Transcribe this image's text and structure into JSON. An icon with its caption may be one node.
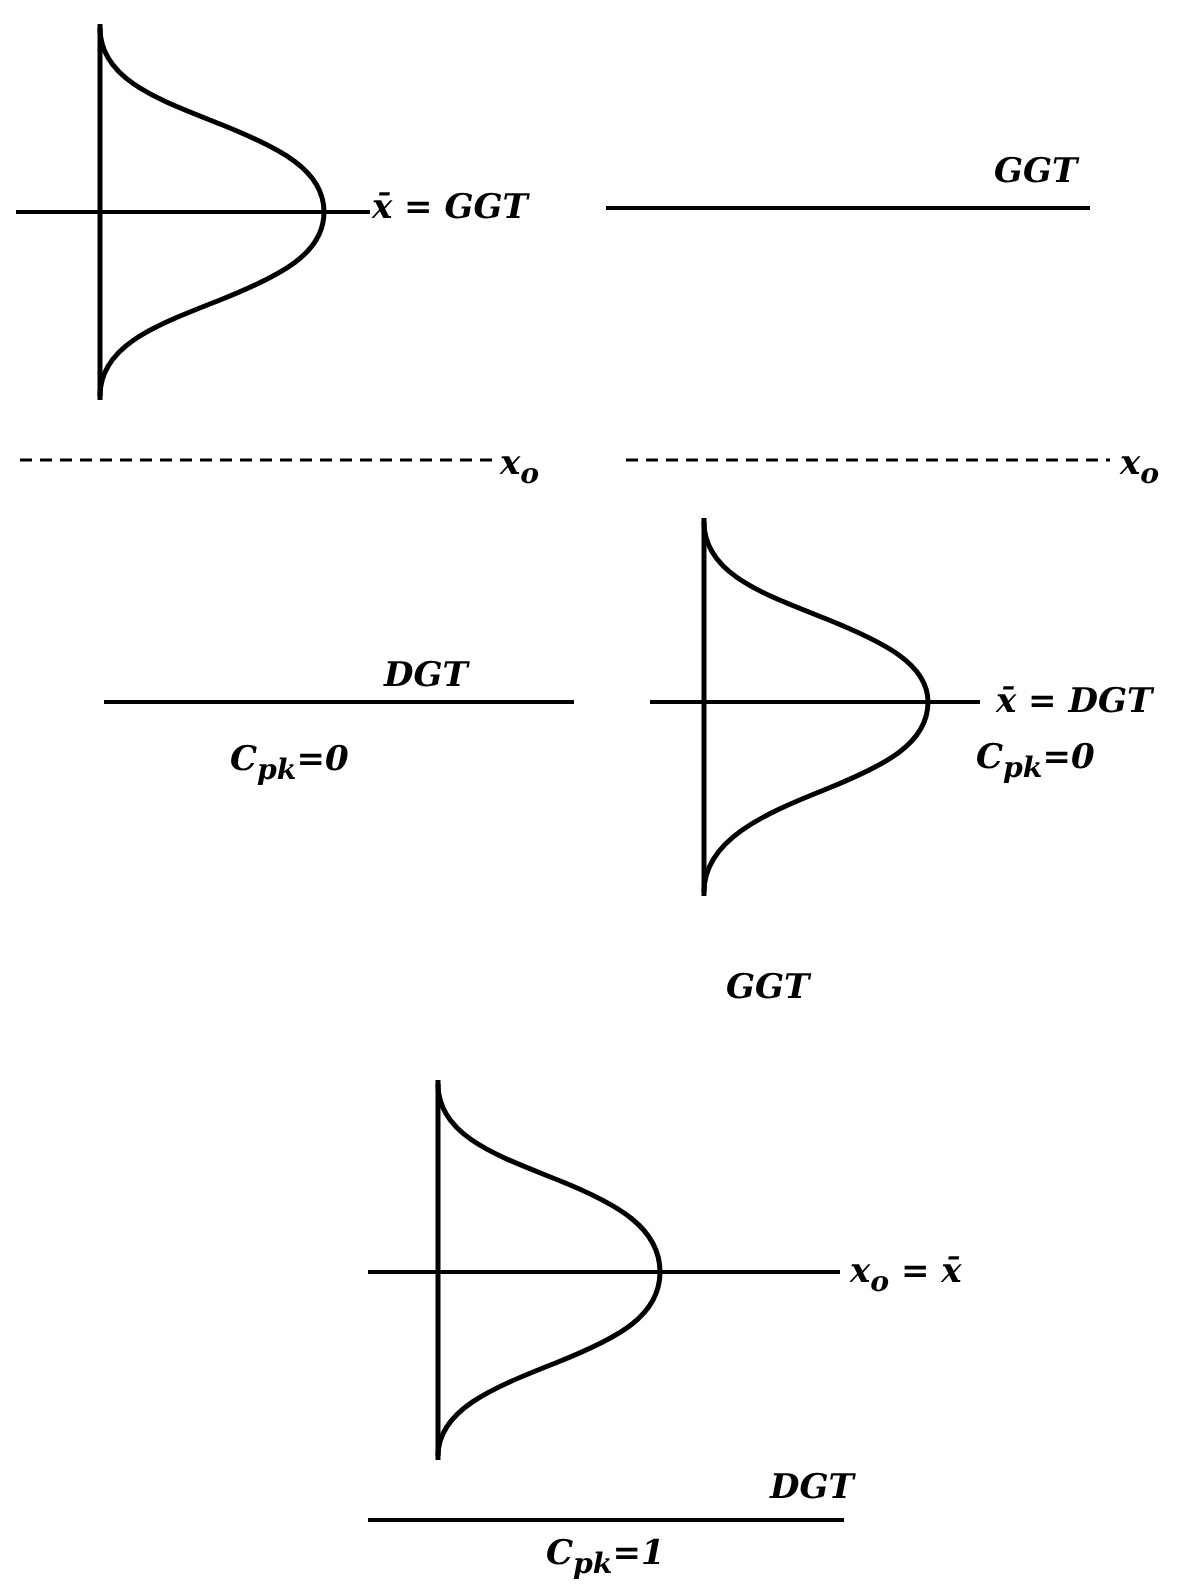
{
  "diagram": {
    "labels": [
      "x̄ = GGT",
      "GGT",
      "x$_{o}$",
      "x$_{o}$",
      "DGT",
      "x̄ = DGT",
      "C$_{pk}$=0",
      "C$_{pk}$=0",
      "GGT",
      "x$_{o}$ = x̄",
      "DGT",
      "C$_{pk}$=1"
    ]
  }
}
